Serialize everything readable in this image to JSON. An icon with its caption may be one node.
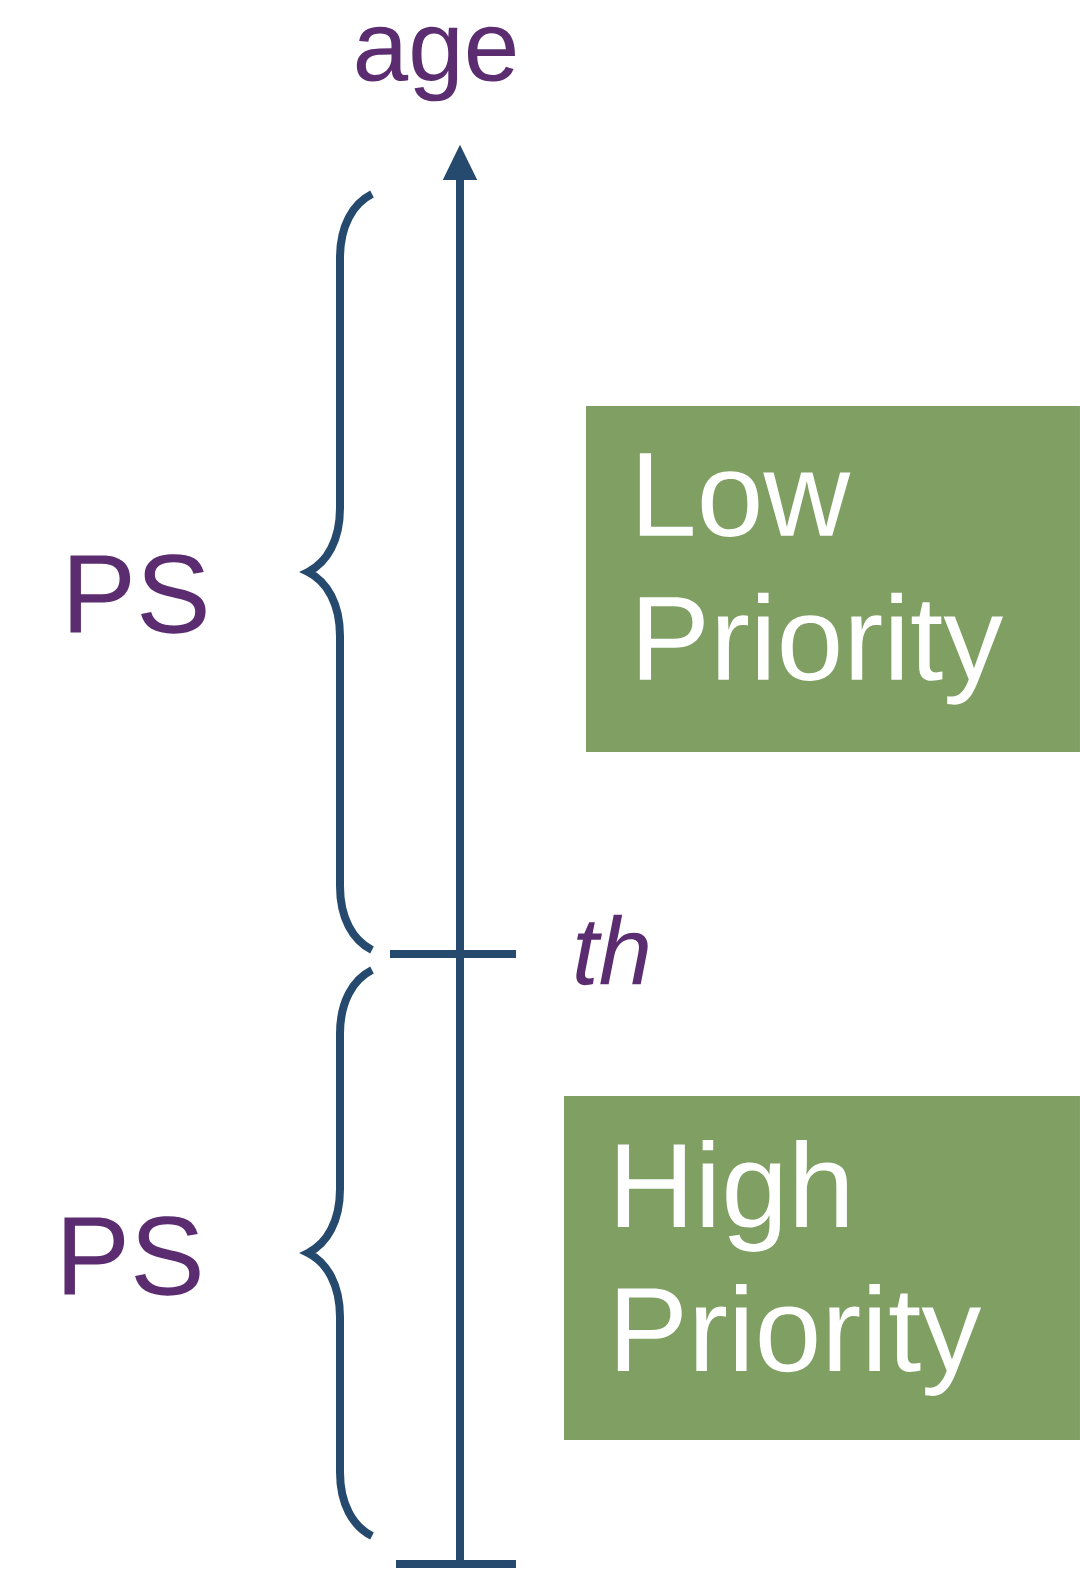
{
  "diagram": {
    "nodes": [
      {
        "text": [
          "Low Priority"
        ]
      },
      {
        "text": [
          "High Priority"
        ]
      }
    ],
    "labels": [
      "age",
      "PS",
      "th",
      "PS"
    ]
  }
}
